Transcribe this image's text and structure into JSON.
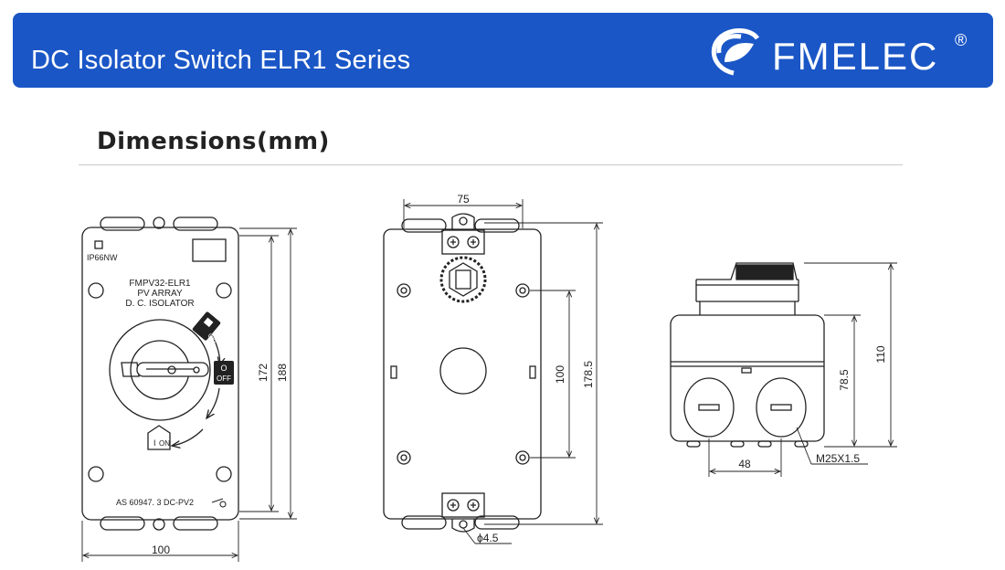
{
  "header": {
    "title": "DC Isolator Switch ELR1 Series",
    "brand_name": "FMELEC",
    "brand_mark": "®"
  },
  "section": {
    "title": "Dimensions(mm)"
  },
  "front_view": {
    "rating": "IP66NW",
    "model": "FMPV32-ELR1",
    "line1": "PV ARRAY",
    "line2": "D. C. ISOLATOR",
    "standard": "AS 60947. 3 DC-PV2",
    "off_label": "OFF",
    "off_symbol": "O",
    "on_label": "ON",
    "on_symbol": "I",
    "lock_off_label": "OFF",
    "dim_width": "100",
    "dim_height_inner": "172",
    "dim_height_outer": "188"
  },
  "back_view": {
    "dim_width": "75",
    "dim_hole_spacing": "100",
    "dim_height": "178.5",
    "dim_hole_dia": "ϕ4.5"
  },
  "side_view": {
    "dim_height_total": "110",
    "dim_height_body": "78.5",
    "dim_gland_spacing": "48",
    "gland_label": "M25X1.5"
  },
  "colors": {
    "banner": "#1a56c6",
    "line": "#222222",
    "red_accent": "#d01818"
  }
}
